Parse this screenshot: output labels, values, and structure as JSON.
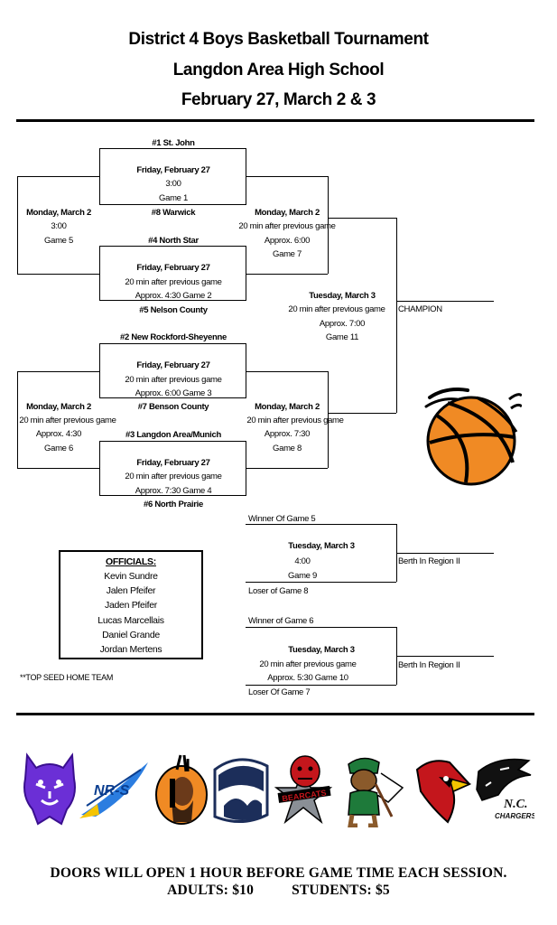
{
  "header": {
    "line1": "District 4 Boys Basketball Tournament",
    "line2": "Langdon Area High School",
    "line3": "February 27, March 2 & 3"
  },
  "teams": {
    "t1": "#1 St. John",
    "t8": "#8 Warwick",
    "t4": "#4 North Star",
    "t5": "#5 Nelson County",
    "t2": "#2 New Rockford-Sheyenne",
    "t7": "#7 Benson County",
    "t3": "#3 Langdon Area/Munich",
    "t6": "#6 North Prairie"
  },
  "games": {
    "g1": {
      "date": "Friday, February 27",
      "time": "3:00",
      "label": "Game 1"
    },
    "g2": {
      "date": "Friday, February 27",
      "note": "20 min after previous game",
      "time": "Approx. 4:30 Game 2"
    },
    "g3": {
      "date": "Friday, February 27",
      "note": "20 min after previous game",
      "time": "Approx. 6:00 Game 3"
    },
    "g4": {
      "date": "Friday, February 27",
      "note": "20 min after previous game",
      "time": "Approx. 7:30 Game 4"
    },
    "g5": {
      "date": "Monday, March 2",
      "time": "3:00",
      "label": "Game 5"
    },
    "g6": {
      "date": "Monday, March 2",
      "note": "20 min after previous game",
      "time": "Approx. 4:30",
      "label": "Game 6"
    },
    "g7": {
      "date": "Monday, March 2",
      "note": "20 min after previous game",
      "time": "Approx. 6:00",
      "label": "Game 7"
    },
    "g8": {
      "date": "Monday, March 2",
      "note": "20 min after previous game",
      "time": "Approx. 7:30",
      "label": "Game 8"
    },
    "g9": {
      "date": "Tuesday, March 3",
      "time": "4:00",
      "label": "Game 9"
    },
    "g10": {
      "date": "Tuesday, March 3",
      "note": "20 min after previous game",
      "time": "Approx. 5:30 Game 10"
    },
    "g11": {
      "date": "Tuesday, March 3",
      "note": "20 min after previous game",
      "time": "Approx. 7:00",
      "label": "Game 11"
    }
  },
  "champion": "CHAMPION",
  "consolation": {
    "winner5": "Winner Of Game 5",
    "loser8": "Loser of Game 8",
    "winner6": "Winner of Game 6",
    "loser7": "Loser Of Game 7",
    "berth1": "Berth In Region II",
    "berth2": "Berth In Region II"
  },
  "officials": {
    "title": "OFFICIALS:",
    "names": [
      "Kevin Sundre",
      "Jalen Pfeifer",
      "Jaden Pfeifer",
      "Lucas Marcellais",
      "Daniel Grande",
      "Jordan Mertens"
    ]
  },
  "note": "**TOP SEED HOME TEAM",
  "logos": {
    "nrs": "NR-S",
    "bearcats": "BEARCATS",
    "nc": "N.C.",
    "chargers": "CHARGERS",
    "colors": {
      "purple": "#6b2fd6",
      "orange": "#f08a24",
      "navy": "#1c2e5a",
      "red": "#c4161c",
      "green": "#1e7a3a"
    }
  },
  "footer": {
    "line1": "DOORS WILL OPEN 1 HOUR BEFORE GAME TIME EACH SESSION.",
    "adults": "ADULTS: $10",
    "students": "STUDENTS: $5"
  }
}
